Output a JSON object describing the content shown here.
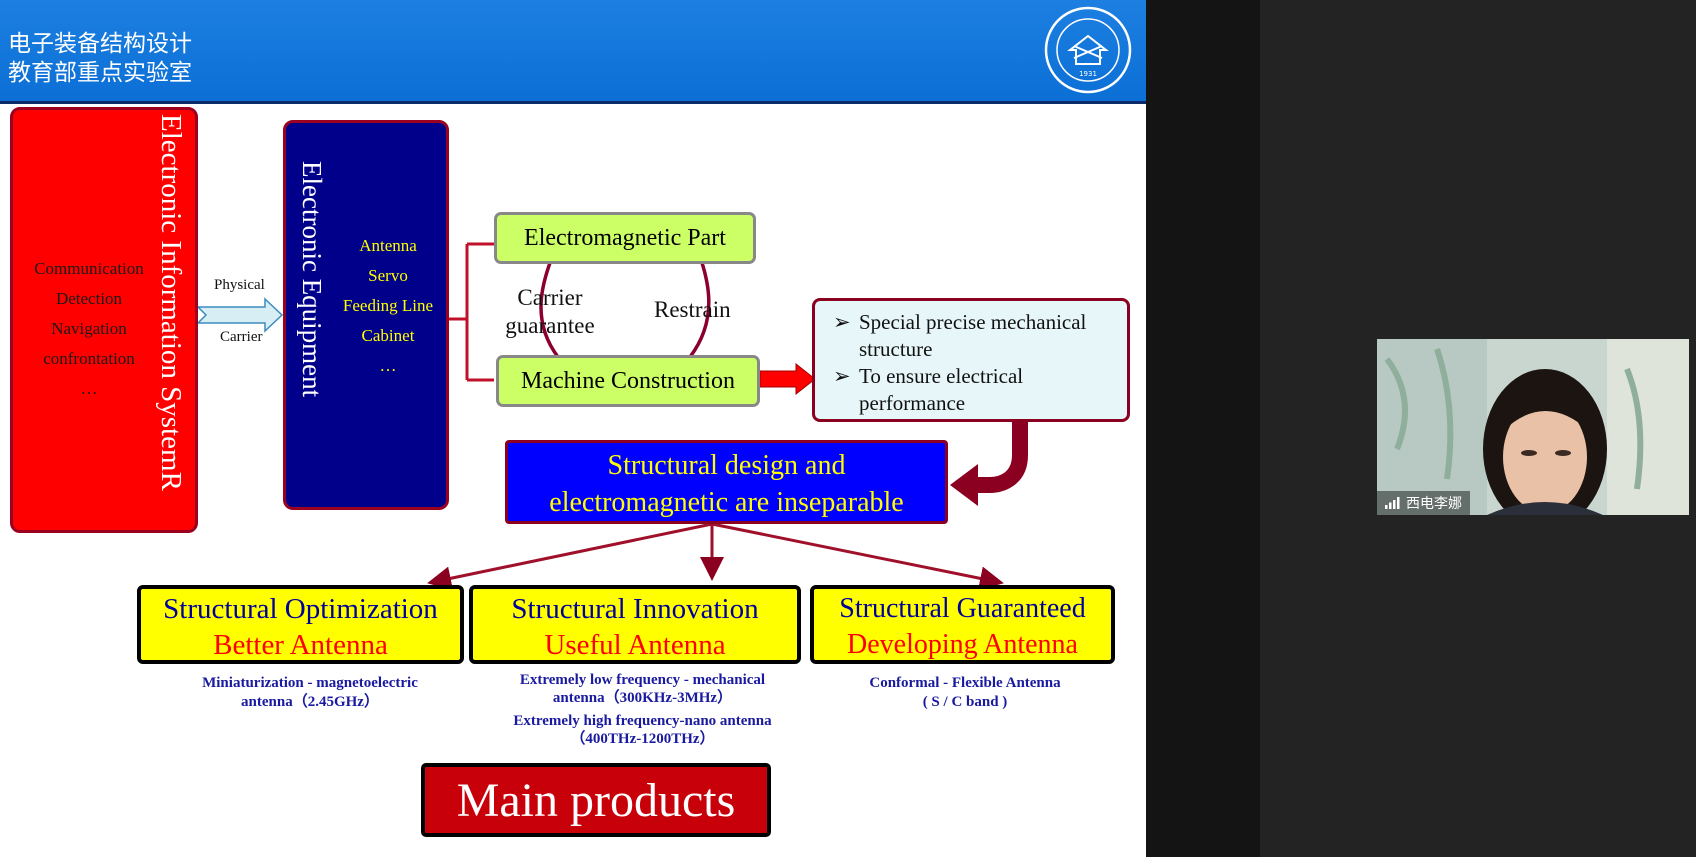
{
  "header": {
    "line1": "电子装备结构设计",
    "line2": "教育部重点实验室"
  },
  "left_system": {
    "title": "Electronic Information SystemR",
    "items": [
      "Communication",
      "Detection",
      "Navigation",
      "confrontation",
      "…"
    ]
  },
  "connector": {
    "top_label": "Physical",
    "bottom_label": "Carrier"
  },
  "equipment": {
    "title": "Electronic Equipment",
    "items": [
      "Antenna",
      "Servo",
      "Feeding Line",
      "Cabinet",
      "…"
    ]
  },
  "em_part": "Electromagnetic Part",
  "machine": "Machine Construction",
  "carrier_guarantee": {
    "line1": "Carrier",
    "line2": "guarantee"
  },
  "restrain": "Restrain",
  "special_box": {
    "bullet1_line1": "Special precise mechanical",
    "bullet1_line2": "structure",
    "bullet2_line1": "To ensure electrical",
    "bullet2_line2": "performance"
  },
  "inseparable": {
    "line1": "Structural design and",
    "line2": "electromagnetic are inseparable"
  },
  "boxes": [
    {
      "title": "Structural Optimization",
      "subtitle": "Better Antenna"
    },
    {
      "title": "Structural Innovation",
      "subtitle": "Useful Antenna"
    },
    {
      "title": "Structural Guaranteed",
      "subtitle": "Developing Antenna"
    }
  ],
  "notes": {
    "opt_line1": "Miniaturization - magnetoelectric",
    "opt_line2": "antenna（2.45GHz）",
    "inn_line1": "Extremely low frequency - mechanical",
    "inn_line2": "antenna（300KHz-3MHz）",
    "inn_line3": "Extremely high frequency-nano antenna",
    "inn_line4": "（400THz-1200THz）",
    "guar_line1": "Conformal - Flexible Antenna",
    "guar_line2": "( S / C band )"
  },
  "main_products": "Main products",
  "video": {
    "participant_name": "西电李娜"
  },
  "colors": {
    "header_blue": "#0b6fd6",
    "red_box": "#ff0000",
    "navy_box": "#00008b",
    "green_box": "#ccff66",
    "yellow_box": "#ffff00",
    "blue_box": "#0000ff",
    "dark_red": "#8b0020",
    "note_blue": "#1a1aa0"
  }
}
